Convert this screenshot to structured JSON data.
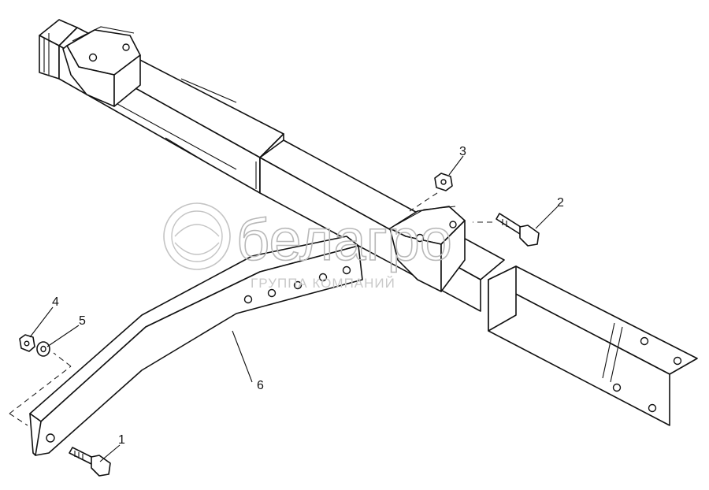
{
  "callouts": [
    {
      "id": "1",
      "label": "1"
    },
    {
      "id": "2",
      "label": "2"
    },
    {
      "id": "3",
      "label": "3"
    },
    {
      "id": "4",
      "label": "4"
    },
    {
      "id": "5",
      "label": "5"
    },
    {
      "id": "6",
      "label": "6"
    }
  ],
  "watermark": {
    "brand": "белагро",
    "tagline": "ГРУППА КОМПАНИЙ"
  },
  "colors": {
    "line": "#111111",
    "watermark": "#b8b8b8",
    "background": "#ffffff"
  }
}
